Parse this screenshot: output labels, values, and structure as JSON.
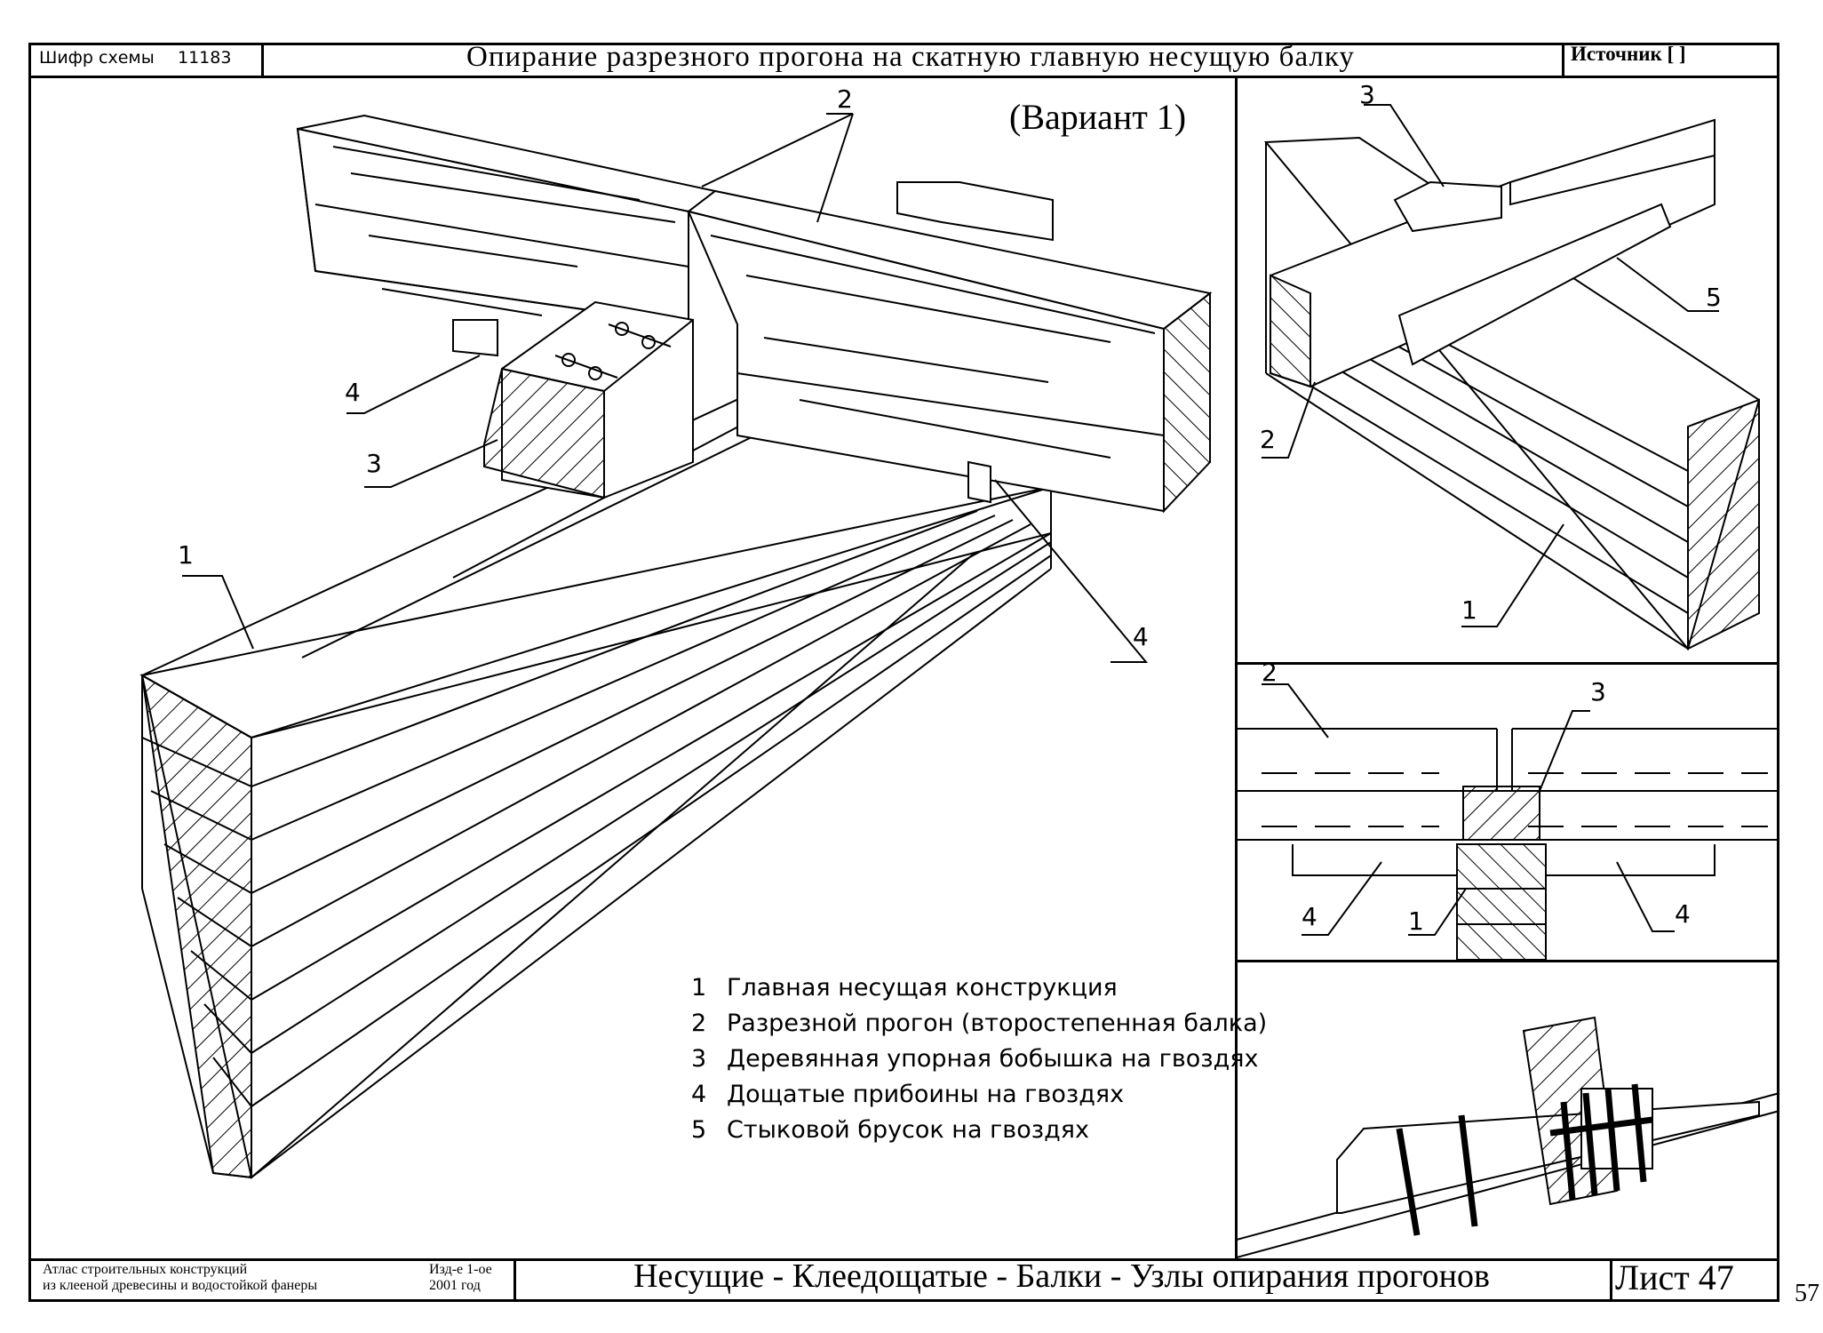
{
  "header": {
    "code_label": "Шифр схемы",
    "code_value": "11183",
    "title": "Опирание разрезного прогона на скатную главную несущую балку",
    "source": "Источник [      ]"
  },
  "variant": "(Вариант 1)",
  "callouts": {
    "main": [
      "1",
      "2",
      "3",
      "4",
      "4"
    ],
    "top_right": [
      "3",
      "5",
      "2",
      "1"
    ],
    "section": [
      "2",
      "3",
      "4",
      "1",
      "4"
    ]
  },
  "legend": [
    {
      "num": "1",
      "text": "Главная несущая конструкция"
    },
    {
      "num": "2",
      "text": "Разрезной прогон (второстепенная балка)"
    },
    {
      "num": "3",
      "text": "Деревянная упорная бобышка на гвоздях"
    },
    {
      "num": "4",
      "text": "Дощатые прибоины на гвоздях"
    },
    {
      "num": "5",
      "text": "Стыковой брусок на гвоздях"
    }
  ],
  "footer": {
    "atlas_line1": "Атлас строительных конструкций",
    "atlas_line2": "из клееной древесины и водостойкой фанеры",
    "edition_line1": "Изд-е 1-ое",
    "edition_line2": "2001 год",
    "title": "Несущие - Клеедощатые - Балки - Узлы опирания прогонов",
    "sheet": "Лист 47"
  },
  "page_number": "57"
}
